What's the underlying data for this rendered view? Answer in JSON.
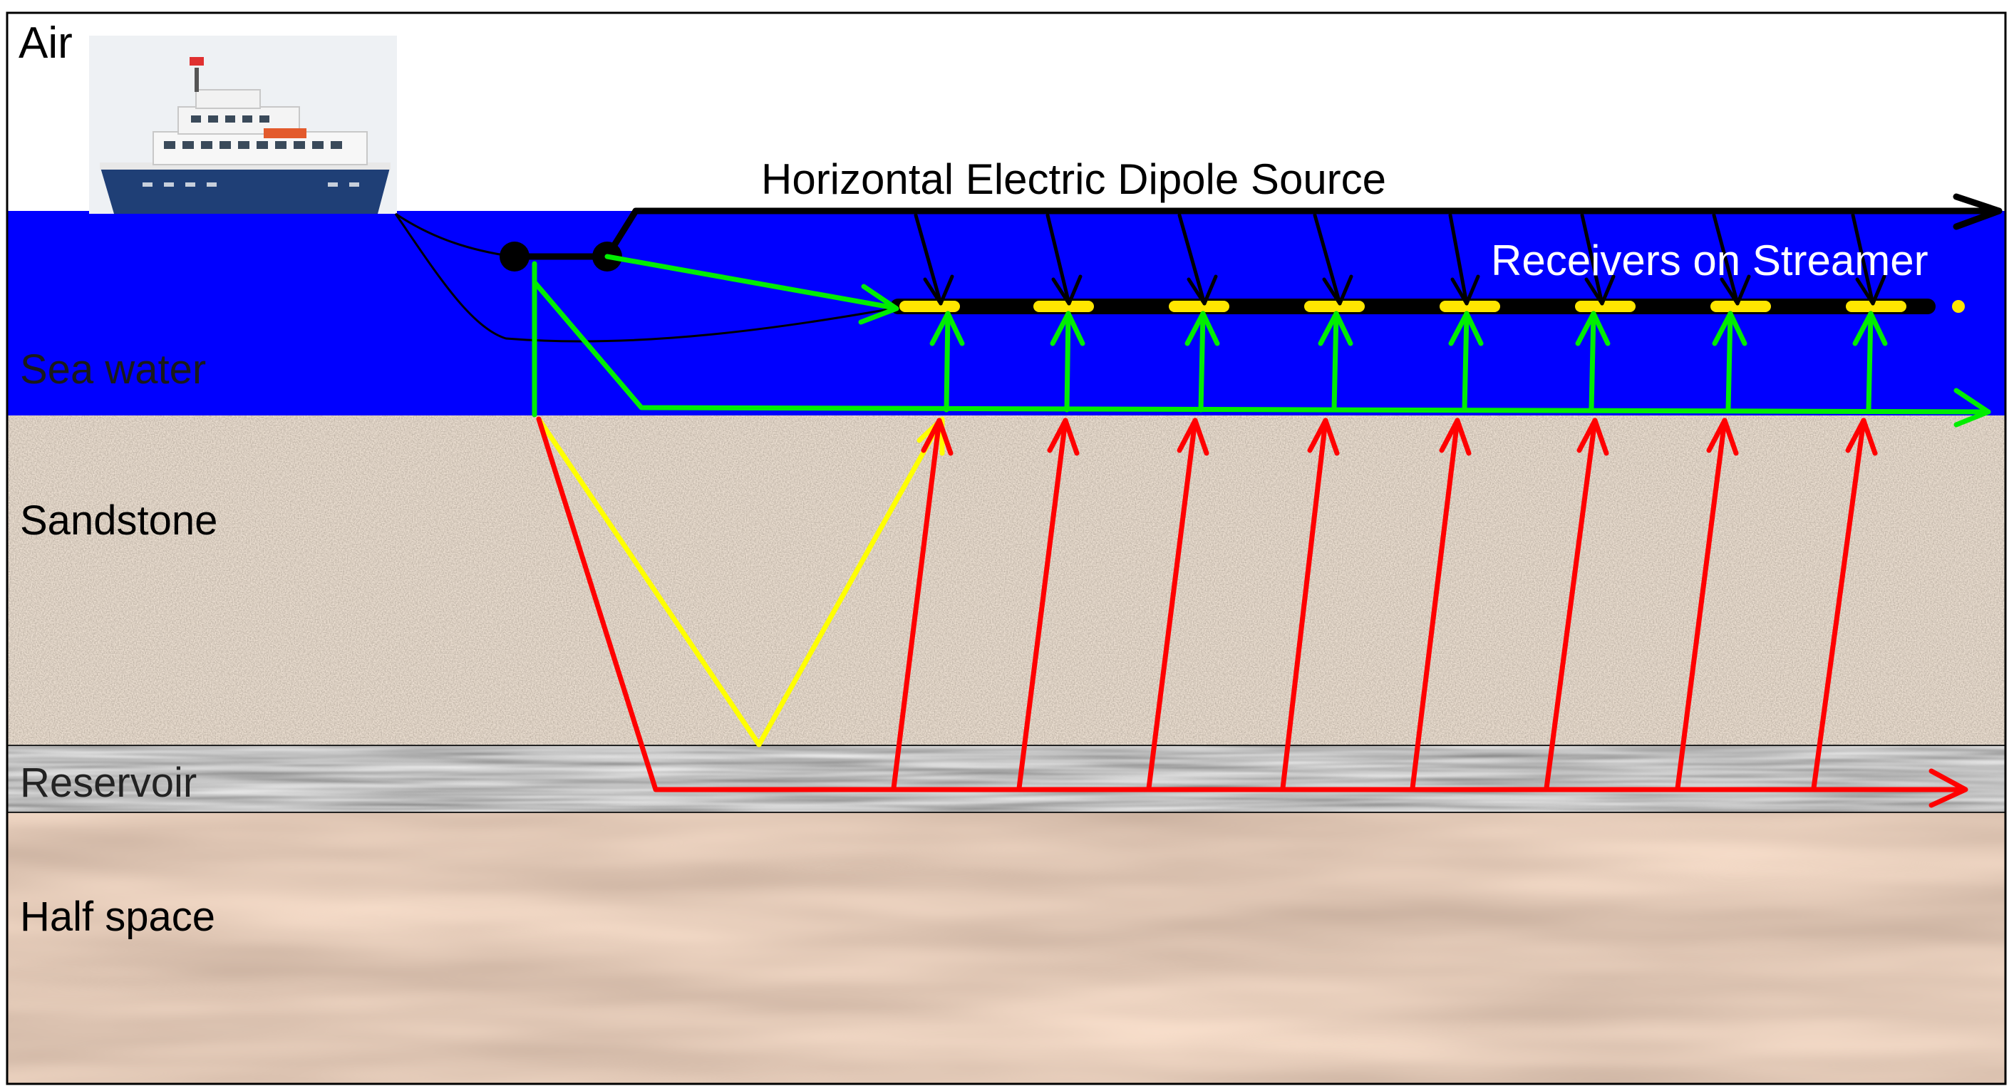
{
  "layers": {
    "air": "Air",
    "sea_water": "Sea water",
    "sandstone": "Sandstone",
    "reservoir": "Reservoir",
    "half_space": "Half space"
  },
  "annotations": {
    "source": "Horizontal Electric Dipole Source",
    "receivers": "Receivers on Streamer"
  },
  "colors": {
    "air": "#ffffff",
    "sea_water": "#0000ff",
    "sandstone": "#a89585",
    "reservoir": "#6e6e6e",
    "half_space": "#b48a6c",
    "ship_hull": "#1f3f76",
    "streamer": "#000000",
    "receiver": "#ffe600",
    "direct_path": "#00ee00",
    "reflected_path": "#ffff00",
    "refracted_path": "#ff0000"
  },
  "icons": {
    "ship": "research-vessel-icon"
  },
  "receiver_count": 8
}
